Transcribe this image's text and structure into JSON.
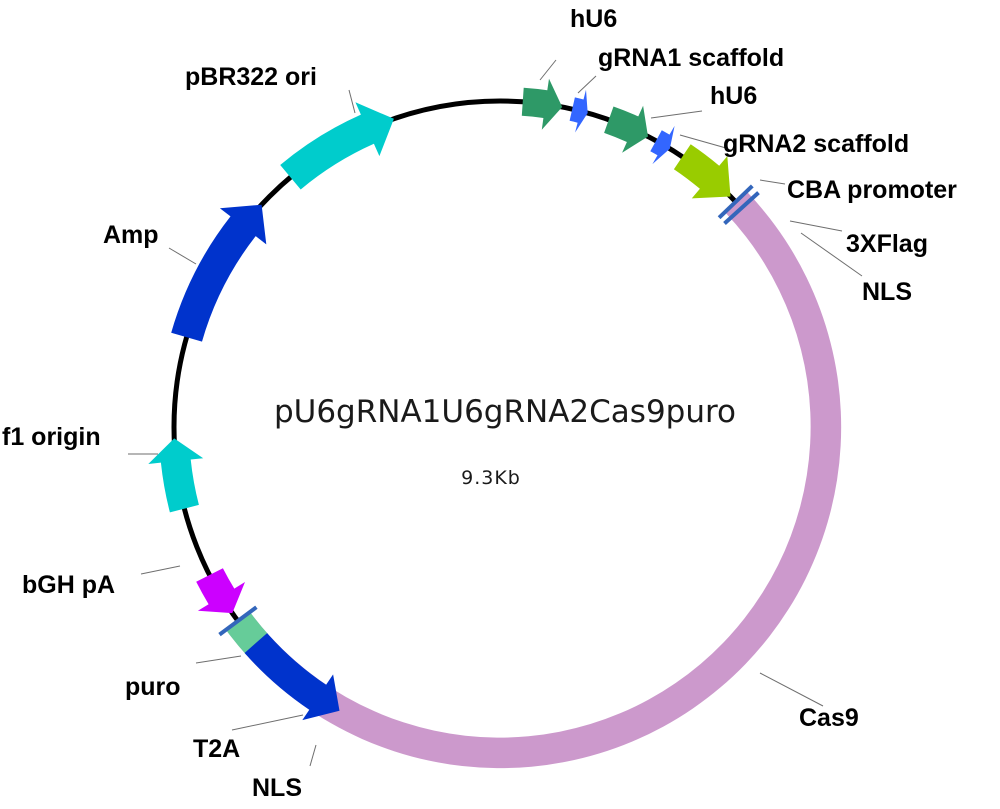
{
  "plasmid": {
    "name": "pU6gRNA1U6gRNA2Cas9puro",
    "size": "9.3Kb"
  },
  "labels": {
    "hU6_1": "hU6",
    "gRNA1_scaffold": "gRNA1 scaffold",
    "hU6_2": "hU6",
    "gRNA2_scaffold": "gRNA2 scaffold",
    "CBA_promoter": "CBA promoter",
    "flag": "3XFlag",
    "NLS_top": "NLS",
    "Cas9": "Cas9",
    "NLS_bottom": "NLS",
    "T2A": "T2A",
    "puro": "puro",
    "bGH_pA": "bGH pA",
    "f1_origin": "f1 origin",
    "Amp": "Amp",
    "pBR322_ori": "pBR322 ori"
  },
  "colors": {
    "backbone": "#000000",
    "hU6": "#2e9967",
    "gRNA_scaffold": "#3366ff",
    "CBA_promoter": "#99cc00",
    "Cas9": "#cc99cc",
    "NLS_flag": "#3366bb",
    "T2A": "#66cc99",
    "puro": "#0033cc",
    "bGH_pA": "#cc00ff",
    "f1_origin": "#00cccc",
    "Amp": "#0033cc",
    "pBR322_ori": "#00cccc"
  }
}
